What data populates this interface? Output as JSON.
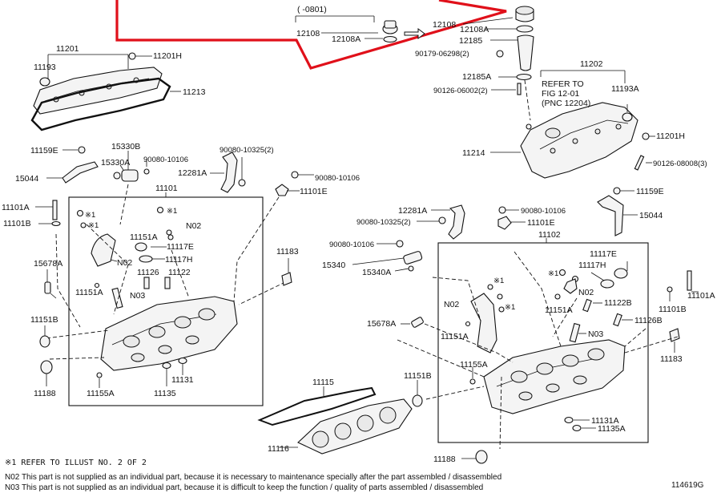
{
  "labels": {
    "p0801": "(    -0801)",
    "p12108_top": "12108",
    "p12108_left": "12108",
    "p12108A_left": "12108A",
    "p12108A_right": "12108A",
    "p12185": "12185",
    "p90179": "90179-06298(2)",
    "p12185A": "12185A",
    "p90126a": "90126-06002(2)",
    "p11201": "11201",
    "p11193": "11193",
    "p11201H_left": "11201H",
    "p11213": "11213",
    "p11202": "11202",
    "refer1": "REFER TO",
    "refer2": "FIG 12-01",
    "refer3": "(PNC 12204)",
    "p11193A": "11193A",
    "p11201H_right": "11201H",
    "p11214": "11214",
    "p90126b": "90126-08008(3)",
    "p11159E_left": "11159E",
    "p15330B": "15330B",
    "p15330A": "15330A",
    "p90080_10106_a": "90080-10106",
    "p15044_left": "15044",
    "p90080_10325_a": "90080-10325(2)",
    "p12281A_left": "12281A",
    "p90080_10106_b": "90080-10106",
    "p11101E_left": "11101E",
    "p11101": "11101",
    "p11101A_left": "11101A",
    "p11101B_left": "11101B",
    "star1a": "※1",
    "star1b": "※1",
    "star1c": "※1",
    "n02a": "N02",
    "p11151A_a": "11151A",
    "p11117E_left": "11117E",
    "n02b": "N02",
    "p11117H_left": "11117H",
    "p11126": "11126",
    "p11122": "11122",
    "p15678A_left": "15678A",
    "p11151A_b": "11151A",
    "n03a": "N03",
    "p11183_left": "11183",
    "p11151B_left": "11151B",
    "p11188_left": "11188",
    "p11155A_left": "11155A",
    "p11135": "11135",
    "p11131": "11131",
    "p11159E_right": "11159E",
    "p15044_right": "15044",
    "p12281A_right": "12281A",
    "p90080_10325_b": "90080-10325(2)",
    "p90080_10106_c": "90080-10106",
    "p11101E_right": "11101E",
    "p11102": "11102",
    "p90080_10106_d": "90080-10106",
    "p15340": "15340",
    "p15340A": "15340A",
    "p11117E_right": "11117E",
    "p11117H_right": "11117H",
    "star1d": "※1",
    "star1e": "※1",
    "star1f": "※1",
    "n02c": "N02",
    "n02d": "N02",
    "p11151A_c": "11151A",
    "p11122B": "11122B",
    "p11151A_d": "11151A",
    "p11126B": "11126B",
    "n03b": "N03",
    "p11101A_right": "11101A",
    "p11101B_right": "11101B",
    "p15678A_right": "15678A",
    "p11183_right": "11183",
    "p11151B_right": "11151B",
    "p11155A_right": "11155A",
    "p11115": "11115",
    "p11116": "11116",
    "p11131A": "11131A",
    "p11135A": "11135A",
    "p11188_right": "11188"
  },
  "notes": {
    "star_note": "※1 REFER TO ILLUST NO. 2 OF 2",
    "n02_note": "N02  This part is not supplied as an individual part, because it is necessary to maintenance specially after the part assembled / disassembled",
    "n03_note": "N03  This part is not supplied as an individual part, because it is difficult to keep the function / quality of parts  assembled / disassembled",
    "figure_id": "114619G"
  },
  "colors": {
    "annotation_red": "#e0101a",
    "line": "#111111"
  }
}
